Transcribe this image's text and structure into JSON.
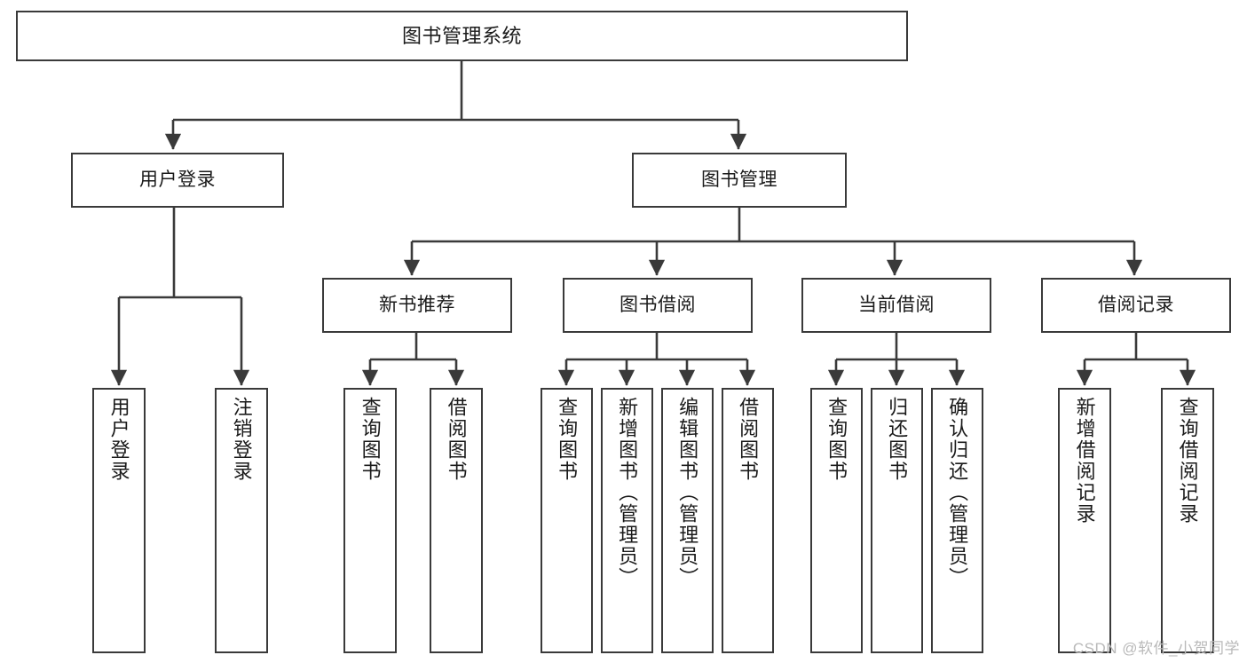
{
  "diagram": {
    "type": "tree-hierarchy-chart",
    "title": "图书管理系统",
    "line_color": "#3a3a3a",
    "box_fill": "#ffffff",
    "text_color": "#1a1a1a"
  },
  "watermark": {
    "text": "CSDN @软件_小贺同学",
    "color": "#b9b9b9"
  },
  "nodes": {
    "root": {
      "label": "图书管理系统"
    },
    "level2": [
      {
        "label": "用户登录"
      },
      {
        "label": "图书管理"
      }
    ],
    "level3": [
      {
        "label": "新书推荐"
      },
      {
        "label": "图书借阅"
      },
      {
        "label": "当前借阅"
      },
      {
        "label": "借阅记录"
      }
    ],
    "leaves": {
      "user_login": [
        {
          "label": "用户登录"
        },
        {
          "label": "注销登录"
        }
      ],
      "new_book": [
        {
          "label": "查询图书"
        },
        {
          "label": "借阅图书"
        }
      ],
      "book_borrow": [
        {
          "label": "查询图书"
        },
        {
          "label": "新增图书（管理员）"
        },
        {
          "label": "编辑图书（管理员）"
        },
        {
          "label": "借阅图书"
        }
      ],
      "current_borrow": [
        {
          "label": "查询图书"
        },
        {
          "label": "归还图书"
        },
        {
          "label": "确认归还（管理员）"
        }
      ],
      "borrow_record": [
        {
          "label": "新增借阅记录"
        },
        {
          "label": "查询借阅记录"
        }
      ]
    }
  }
}
